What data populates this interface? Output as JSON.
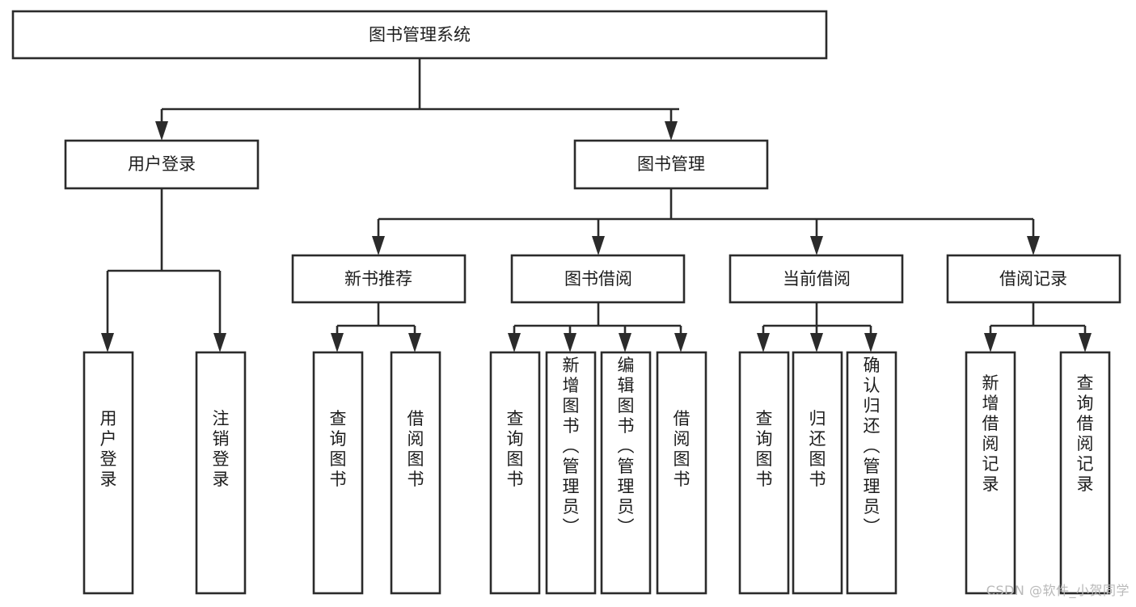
{
  "diagram": {
    "type": "tree-hierarchy-chart",
    "title": "图书管理系统",
    "watermark": "CSDN @软件_小贺同学",
    "colors": {
      "stroke": "#2b2b2b",
      "fill": "#ffffff",
      "text": "#1d1d1d",
      "watermark": "#b9b9b9"
    },
    "root": {
      "label": "图书管理系统",
      "orientation": "horizontal"
    },
    "level2": [
      {
        "label": "用户登录",
        "orientation": "horizontal"
      },
      {
        "label": "图书管理",
        "orientation": "horizontal"
      }
    ],
    "level3": [
      {
        "label": "新书推荐",
        "orientation": "horizontal"
      },
      {
        "label": "图书借阅",
        "orientation": "horizontal"
      },
      {
        "label": "当前借阅",
        "orientation": "horizontal"
      },
      {
        "label": "借阅记录",
        "orientation": "horizontal"
      }
    ],
    "leaves": {
      "user_login": [
        {
          "label": "用户登录",
          "orientation": "vertical"
        },
        {
          "label": "注销登录",
          "orientation": "vertical"
        }
      ],
      "new_book_recommend": [
        {
          "label": "查询图书",
          "orientation": "vertical"
        },
        {
          "label": "借阅图书",
          "orientation": "vertical"
        }
      ],
      "book_borrow": [
        {
          "label": "查询图书",
          "orientation": "vertical"
        },
        {
          "label": "新增图书（管理员）",
          "orientation": "vertical"
        },
        {
          "label": "编辑图书（管理员）",
          "orientation": "vertical"
        },
        {
          "label": "借阅图书",
          "orientation": "vertical"
        }
      ],
      "current_borrow": [
        {
          "label": "查询图书",
          "orientation": "vertical"
        },
        {
          "label": "归还图书",
          "orientation": "vertical"
        },
        {
          "label": "确认归还（管理员）",
          "orientation": "vertical"
        }
      ],
      "borrow_record": [
        {
          "label": "新增借阅记录",
          "orientation": "vertical"
        },
        {
          "label": "查询借阅记录",
          "orientation": "vertical"
        }
      ]
    }
  }
}
